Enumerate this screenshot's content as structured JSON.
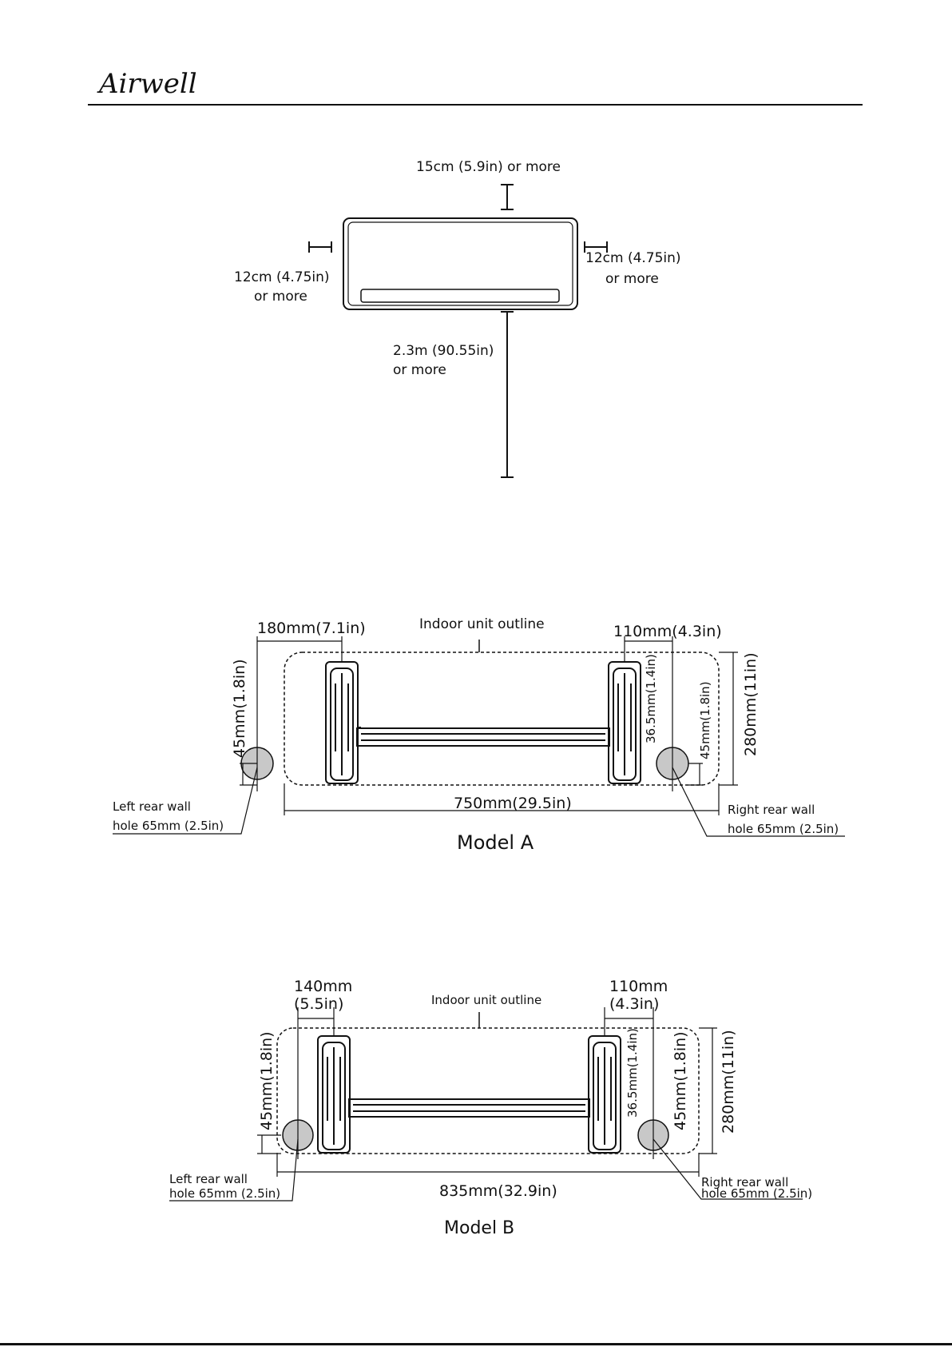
{
  "brand": "Airwell",
  "clearance": {
    "top": "15cm (5.9in) or more",
    "left_line1": "12cm (4.75in)",
    "left_line2": "or more",
    "right_line1": "12cm (4.75in)",
    "right_line2": "or more",
    "bottom_line1": "2.3m (90.55in)",
    "bottom_line2": "or more"
  },
  "model_a": {
    "caption": "Model A",
    "outline": "Indoor unit outline",
    "left_offset": "180mm(7.1in)",
    "right_offset": "110mm(4.3in)",
    "width": "750mm(29.5in)",
    "height": "280mm(11in)",
    "left_hole_height": "45mm(1.8in)",
    "right_hole_height": "45mm(1.8in)",
    "bracket_height": "36.5mm(1.4in)",
    "left_hole_line1": "Left rear wall",
    "left_hole_line2": "hole 65mm (2.5in)",
    "right_hole_line1": "Right rear wall",
    "right_hole_line2": "hole 65mm (2.5in)"
  },
  "model_b": {
    "caption": "Model B",
    "outline": "Indoor unit outline",
    "left_offset_line1": "140mm",
    "left_offset_line2": "(5.5in)",
    "right_offset_line1": "110mm",
    "right_offset_line2": "(4.3in)",
    "width": "835mm(32.9in)",
    "height": "280mm(11in)",
    "left_hole_height": "45mm(1.8in)",
    "right_hole_height": "45mm(1.8in)",
    "bracket_height": "36.5mm(1.4in)",
    "left_hole_line1": "Left rear wall",
    "left_hole_line2": "hole 65mm (2.5in)",
    "right_hole_line1": "Right rear wall",
    "right_hole_line2": "hole 65mm (2.5in)"
  }
}
